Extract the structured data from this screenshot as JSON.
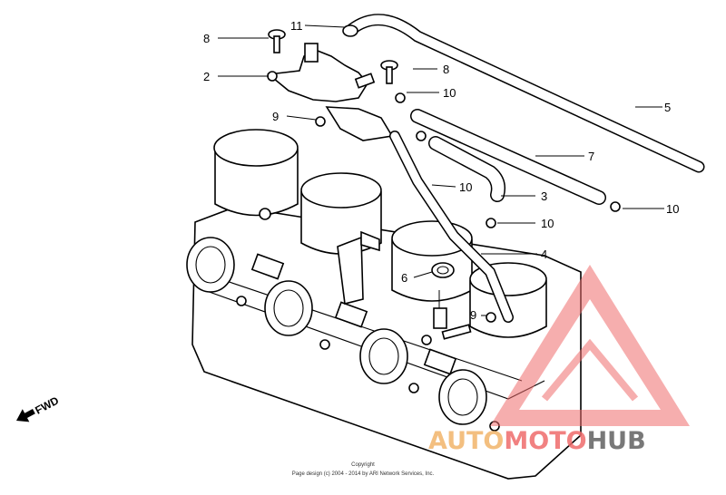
{
  "callouts": {
    "c2": "2",
    "c3": "3",
    "c4": "4",
    "c5": "5",
    "c6": "6",
    "c7": "7",
    "c8a": "8",
    "c8b": "8",
    "c9a": "9",
    "c9b": "9",
    "c10a": "10",
    "c10b": "10",
    "c10c": "10",
    "c10d": "10",
    "c11": "11"
  },
  "direction_label": "FWD",
  "copyright": {
    "line1": "Copyright",
    "line2": "Page design (c) 2004 - 2014 by ARI Network Services, Inc."
  },
  "watermark": {
    "part1": "AUTO",
    "part2": "MOTO",
    "part3": "HUB",
    "colors": {
      "auto": "#f2b56b",
      "moto": "#ef6c6c",
      "hub": "#6a6a6a",
      "triangle": "#ef6c6c"
    }
  }
}
